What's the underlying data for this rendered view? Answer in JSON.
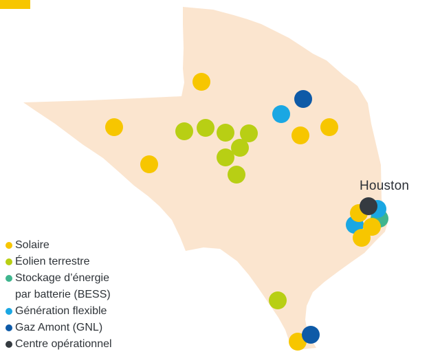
{
  "colors": {
    "land": "#fbe5cf",
    "solar": "#f7c600",
    "wind": "#b8cf14",
    "bess": "#3fb58e",
    "flexible": "#1aa7e3",
    "upstream_gas": "#0e5aa7",
    "operations_center": "#353b41"
  },
  "map": {
    "city_label": "Houston"
  },
  "legend": [
    {
      "key": "solar",
      "label": "Solaire",
      "color": "#f7c600",
      "icon": "solar-dot-icon"
    },
    {
      "key": "wind",
      "label": "Éolien terrestre",
      "color": "#b8cf14",
      "icon": "wind-dot-icon"
    },
    {
      "key": "bess",
      "label": "Stockage d’énergie",
      "label_line2": "par batterie (BESS)",
      "color": "#3fb58e",
      "icon": "bess-dot-icon"
    },
    {
      "key": "flexible",
      "label": "Génération flexible",
      "color": "#1aa7e3",
      "icon": "flexible-dot-icon"
    },
    {
      "key": "upstream_gas",
      "label": "Gaz Amont (GNL)",
      "color": "#0e5aa7",
      "icon": "gas-dot-icon"
    },
    {
      "key": "operations_center",
      "label": "Centre opérationnel",
      "color": "#353b41",
      "icon": "operations-dot-icon"
    }
  ]
}
